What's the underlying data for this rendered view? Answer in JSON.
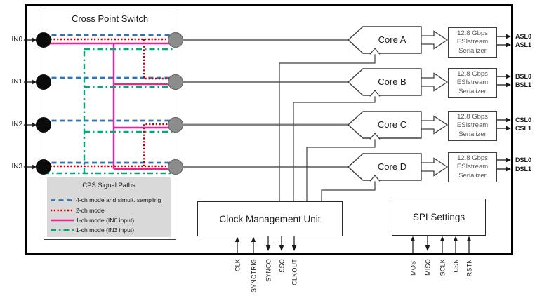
{
  "colors": {
    "path_4ch": "#2E75B6",
    "path_2ch": "#C00000",
    "path_1ch_in0": "#F0218F",
    "path_1ch_in3": "#00A87E",
    "analog_line": "#808080",
    "legend_bg": "#D9D9D9"
  },
  "cross_point_switch": {
    "title": "Cross Point Switch",
    "inputs": [
      "IN0",
      "IN1",
      "IN2",
      "IN3"
    ],
    "legend": {
      "title": "CPS Signal Paths",
      "items": [
        {
          "label": "4-ch mode and simult. sampling",
          "line_style": "dashed-blue"
        },
        {
          "label": "2-ch mode",
          "line_style": "dotted-red"
        },
        {
          "label": "1-ch mode (IN0 input)",
          "line_style": "solid-pink"
        },
        {
          "label": "1-ch mode (IN3 input)",
          "line_style": "dash-dot-green"
        }
      ]
    }
  },
  "cores": [
    {
      "label": "Core A",
      "serializer": [
        "12.8 Gbps",
        "ESIstream",
        "Serializer"
      ],
      "outputs": [
        "ASL0",
        "ASL1"
      ]
    },
    {
      "label": "Core B",
      "serializer": [
        "12.8 Gbps",
        "ESIstream",
        "Serializer"
      ],
      "outputs": [
        "BSL0",
        "BSL1"
      ]
    },
    {
      "label": "Core C",
      "serializer": [
        "12.8 Gbps",
        "ESIstream",
        "Serializer"
      ],
      "outputs": [
        "CSL0",
        "CSL1"
      ]
    },
    {
      "label": "Core D",
      "serializer": [
        "12.8 Gbps",
        "ESIstream",
        "Serializer"
      ],
      "outputs": [
        "DSL0",
        "DSL1"
      ]
    }
  ],
  "clock_management_unit": {
    "title": "Clock Management Unit",
    "pins": [
      {
        "name": "CLK",
        "direction": "in"
      },
      {
        "name": "SYNCTRIG",
        "direction": "in"
      },
      {
        "name": "SYNCO",
        "direction": "out"
      },
      {
        "name": "SSO",
        "direction": "out"
      },
      {
        "name": "CLKOUT",
        "direction": "out"
      }
    ]
  },
  "spi": {
    "title": "SPI Settings",
    "pins": [
      {
        "name": "MOSI",
        "direction": "in"
      },
      {
        "name": "MISO",
        "direction": "out"
      },
      {
        "name": "SCLK",
        "direction": "in"
      },
      {
        "name": "CSN",
        "direction": "in"
      },
      {
        "name": "RSTN",
        "direction": "in"
      }
    ]
  }
}
